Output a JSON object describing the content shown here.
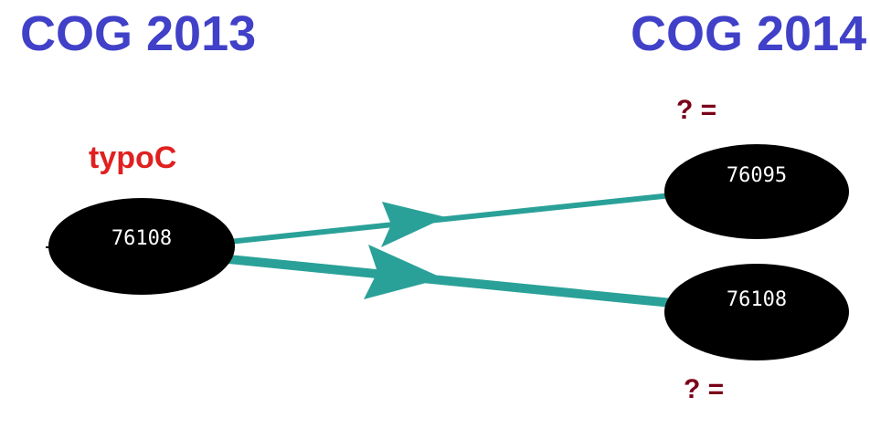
{
  "titles": {
    "left": "COG 2013",
    "right": "COG 2014"
  },
  "source_tag": "typoC",
  "nodes": {
    "left": "76108",
    "right_top": "76095",
    "right_bottom": "76108"
  },
  "annotations": {
    "top": "? =",
    "bottom": "? ="
  },
  "colors": {
    "title": "#4040c8",
    "tag": "#e02020",
    "annotation": "#7a0018",
    "edge": "#2aa198",
    "node": "#000000"
  }
}
